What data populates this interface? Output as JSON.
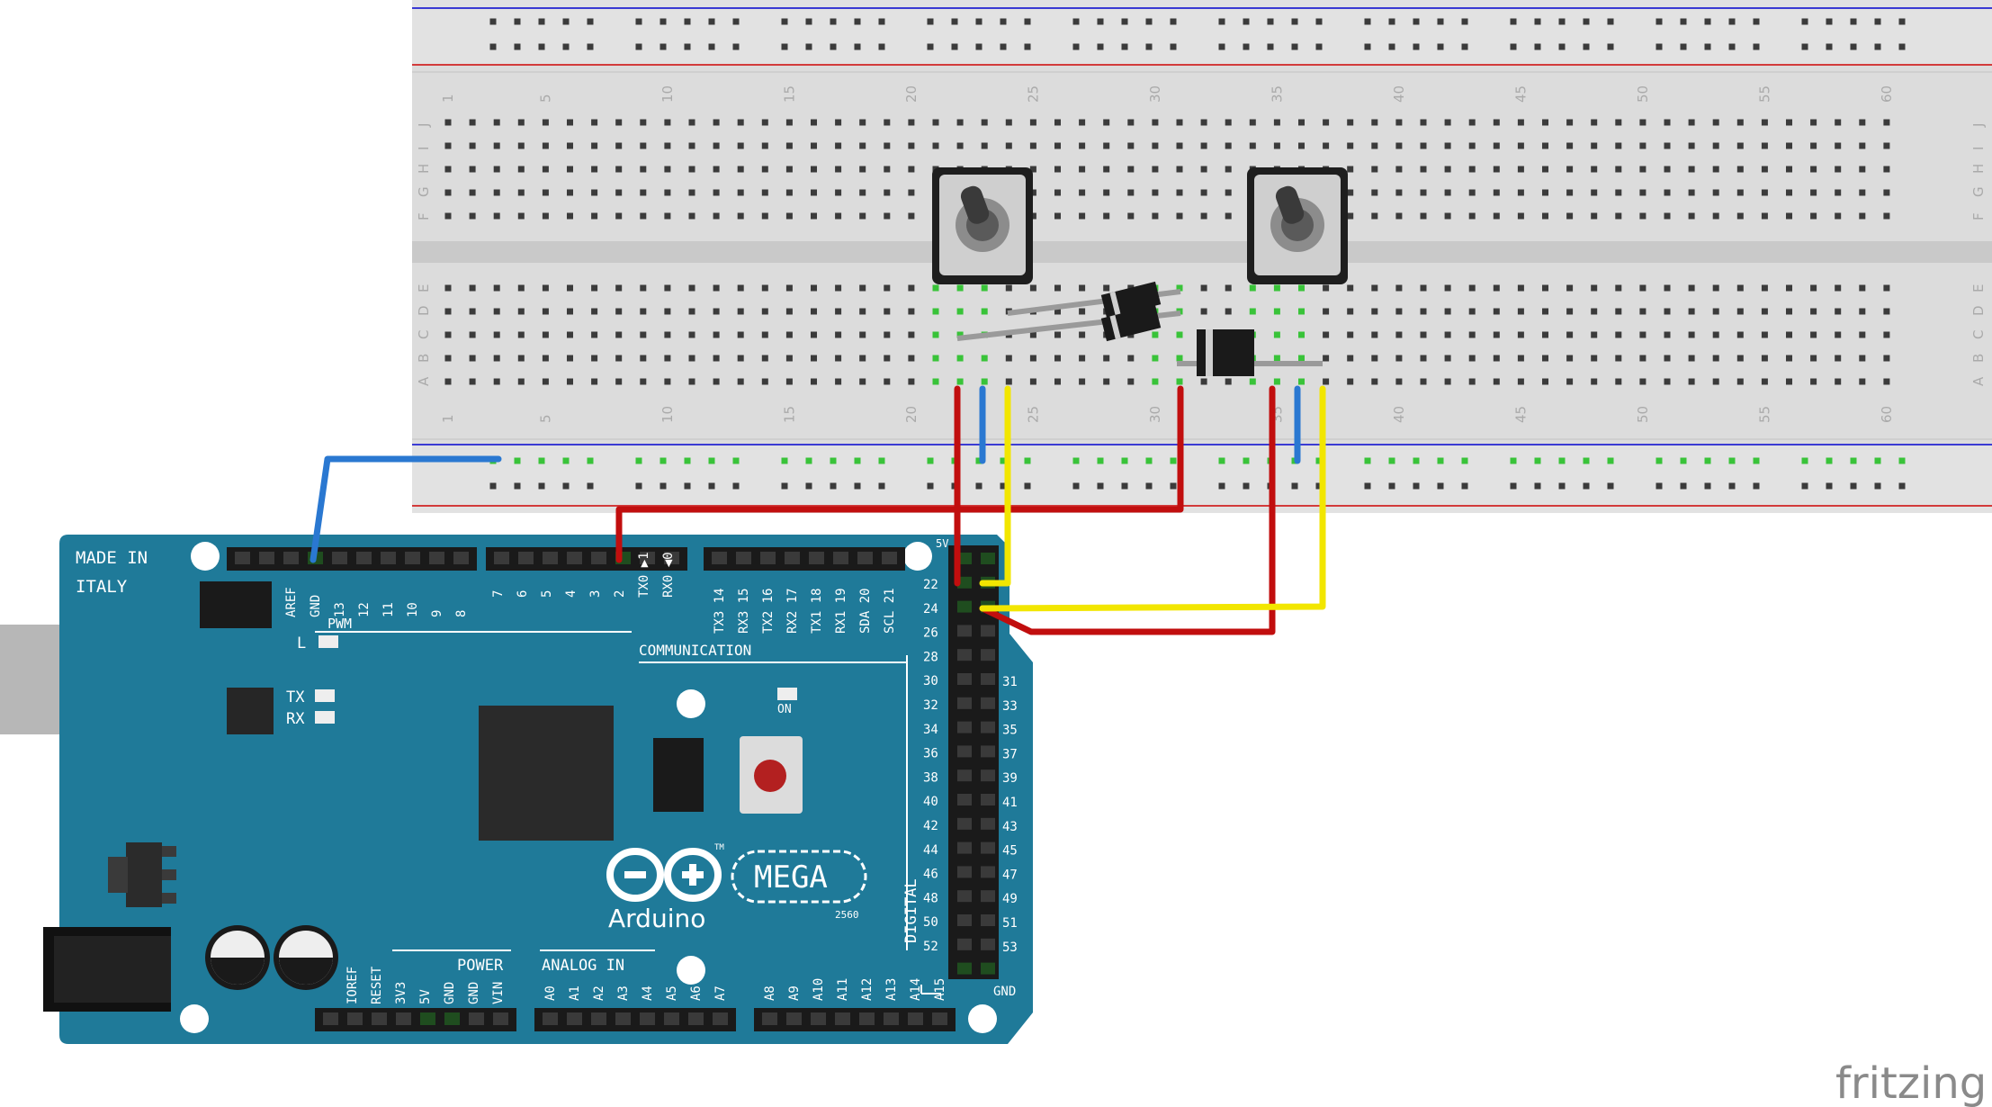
{
  "watermark": "fritzing",
  "colors": {
    "board": "#1f7a99",
    "board_edge": "#16627c",
    "silk": "#ffffff",
    "breadboard": "#dcdcdc",
    "breadboard_channel": "#c9c9c9",
    "hole": "#3b3b3b",
    "hole_active": "#39c339",
    "rail_red": "#d33b3b",
    "rail_blue": "#3b3bd3",
    "wire_red": "#c10e0e",
    "wire_yellow": "#f2e600",
    "wire_blue": "#2a78d1",
    "wire_gray": "#9a9a9a"
  },
  "breadboard": {
    "column_numbers": [
      "1",
      "5",
      "10",
      "15",
      "20",
      "25",
      "30",
      "35",
      "40",
      "45",
      "50",
      "55",
      "60"
    ],
    "row_letters_top": [
      "J",
      "I",
      "H",
      "G",
      "F"
    ],
    "row_letters_bottom": [
      "E",
      "D",
      "C",
      "B",
      "A"
    ]
  },
  "arduino": {
    "made_in": "MADE IN",
    "italy": "ITALY",
    "top_header_labels": [
      "AREF",
      "GND",
      "13",
      "12",
      "11",
      "10",
      "9",
      "8"
    ],
    "top_header2_labels": [
      "7",
      "6",
      "5",
      "4",
      "3",
      "2",
      "TX0 ▶1",
      "RX0 ◀0"
    ],
    "comm_header_labels": [
      "TX3 14",
      "RX3 15",
      "TX2 16",
      "RX2 17",
      "TX1 18",
      "RX1 19",
      "SDA 20",
      "SCL 21"
    ],
    "pwm": "PWM",
    "communication": "COMMUNICATION",
    "led_l": "L",
    "led_tx": "TX",
    "led_rx": "RX",
    "led_on": "ON",
    "logo_brand": "Arduino",
    "logo_model": "MEGA",
    "logo_tm": "TM",
    "logo_sub": "2560",
    "digital": "DIGITAL",
    "gnd": "GND",
    "five_v": "5V",
    "power": "POWER",
    "analog_in": "ANALOG IN",
    "power_labels": [
      "IOREF",
      "RESET",
      "3V3",
      "5V",
      "GND",
      "GND",
      "VIN"
    ],
    "analog_labels": [
      "A0",
      "A1",
      "A2",
      "A3",
      "A4",
      "A5",
      "A6",
      "A7"
    ],
    "analog_labels2": [
      "A8",
      "A9",
      "A10",
      "A11",
      "A12",
      "A13",
      "A14",
      "A15"
    ],
    "digital_left": [
      "22",
      "24",
      "26",
      "28",
      "30",
      "32",
      "34",
      "36",
      "38",
      "40",
      "42",
      "44",
      "46",
      "48",
      "50",
      "52"
    ],
    "digital_right": [
      "31",
      "33",
      "35",
      "37",
      "39",
      "41",
      "43",
      "45",
      "47",
      "49",
      "51",
      "53"
    ]
  }
}
